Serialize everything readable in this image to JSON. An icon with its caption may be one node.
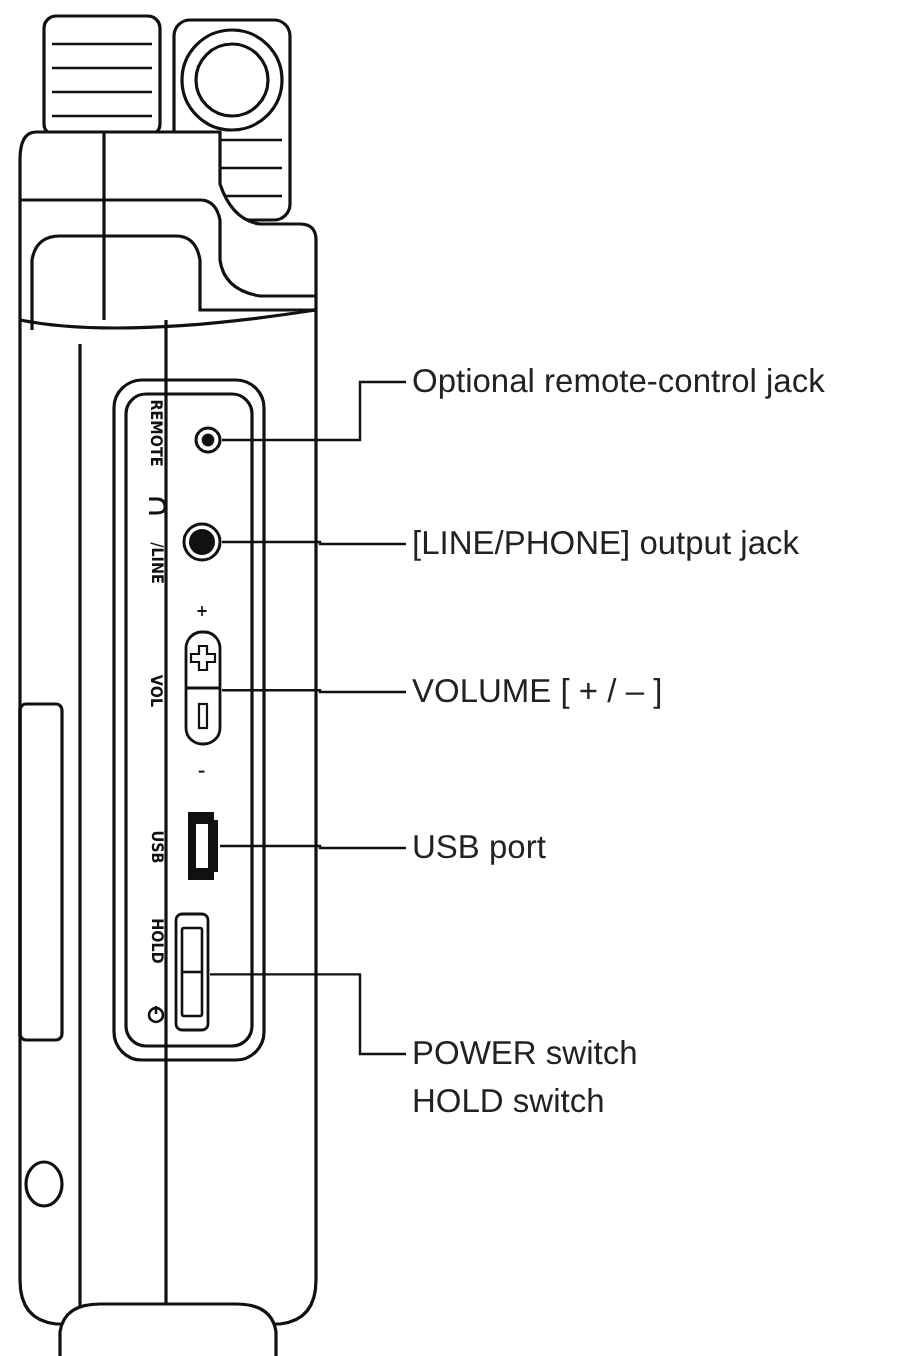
{
  "diagram": {
    "nodes": [
      {
        "text": [
          "Optional remote-control jack"
        ]
      },
      {
        "text": [
          "[LINE/PHONE] output jack"
        ]
      },
      {
        "text": [
          "VOLUME [ + / – ]"
        ]
      },
      {
        "text": [
          "USB port"
        ]
      },
      {
        "text": [
          "POWER switch",
          "HOLD switch"
        ]
      },
      {
        "text": [],
        "shape": "circle"
      },
      {
        "text": [],
        "shape": "circle"
      },
      {
        "text": [],
        "shape": "box"
      },
      {
        "text": [],
        "shape": "box"
      },
      {
        "text": [],
        "shape": "box"
      }
    ],
    "edges": [
      {
        "from": 0,
        "to": 5,
        "arrow": "none"
      },
      {
        "from": 1,
        "to": 6,
        "arrow": "none"
      },
      {
        "from": 2,
        "to": 7,
        "arrow": "none"
      },
      {
        "from": 3,
        "to": 8,
        "arrow": "none"
      },
      {
        "from": 4,
        "to": 9,
        "arrow": "none"
      }
    ],
    "labels": [
      "REMOTE",
      "/LINE",
      "+",
      "VOL",
      "–",
      "USB",
      "HOLD"
    ]
  }
}
